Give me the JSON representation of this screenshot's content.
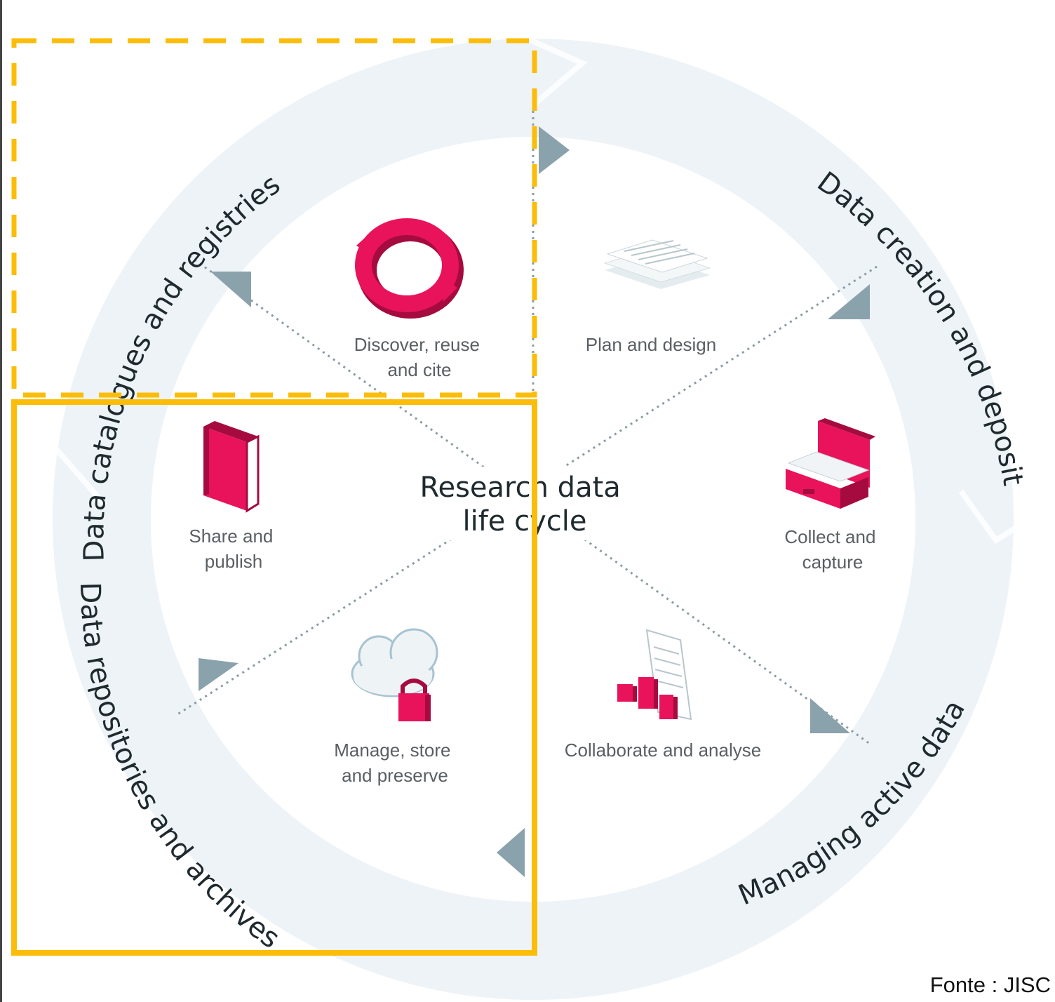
{
  "center_title": {
    "line1": "Research data",
    "line2": "life cycle"
  },
  "ring_labels": {
    "top_left": "Data catalogues and registries",
    "top_right": "Data creation and deposit",
    "bottom_right": "Managing active data",
    "bottom_left": "Data repositories and archives"
  },
  "stages": {
    "discover": {
      "line1": "Discover, reuse",
      "line2": "and cite",
      "icon": "sync-icon"
    },
    "plan": {
      "line1": "Plan and design",
      "icon": "document-stack-icon"
    },
    "collect": {
      "line1": "Collect and",
      "line2": "capture",
      "icon": "briefcase-icon"
    },
    "collaborate": {
      "line1": "Collaborate and analyse",
      "icon": "chart-document-icon"
    },
    "manage": {
      "line1": "Manage, store",
      "line2": "and preserve",
      "icon": "cloud-lock-icon"
    },
    "share": {
      "line1": "Share and",
      "line2": "publish",
      "icon": "book-icon"
    }
  },
  "source": "Fonte : JISC",
  "colors": {
    "ring": "#eef3f8",
    "arrow": "#8aa2ab",
    "icon": "#e8135a",
    "highlight": "#fbbd0a"
  }
}
